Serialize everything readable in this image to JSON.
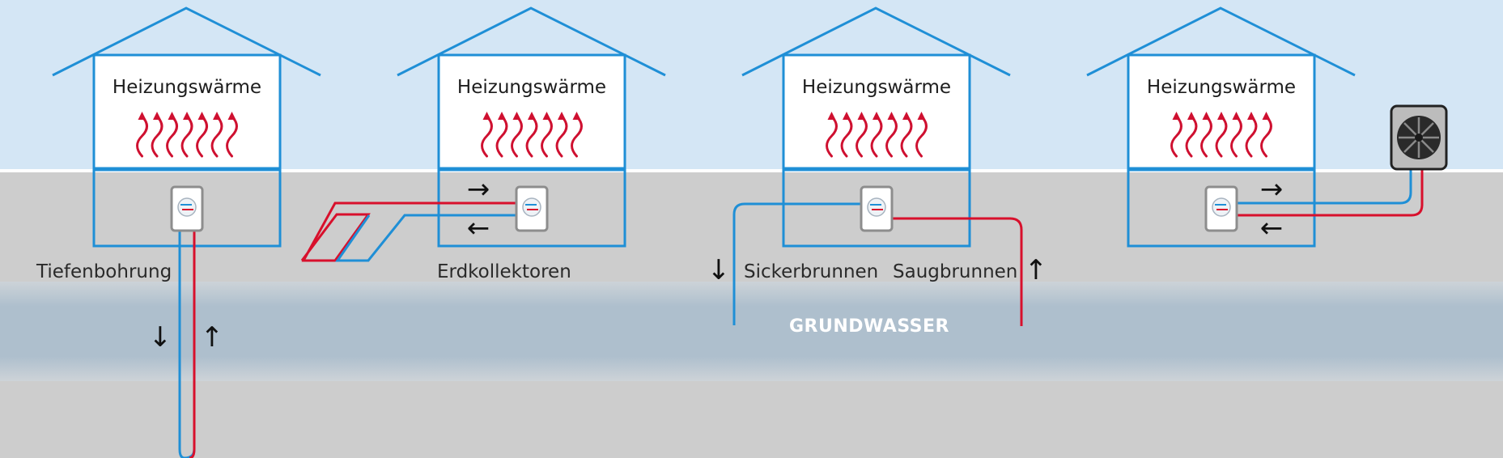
{
  "labels": {
    "heat": "Heizungswärme",
    "deep_drilling": "Tiefenbohrung",
    "ground_collectors": "Erdkollektoren",
    "seepage_well": "Sickerbrunnen",
    "suction_well": "Saugbrunnen",
    "groundwater": "GRUNDWASSER"
  },
  "glyphs": {
    "right": "→",
    "left": "←",
    "down": "↓",
    "up": "↑"
  },
  "colors": {
    "sky": "#d4e6f5",
    "ground": "#cdcdcd",
    "water": "#aebfcd",
    "house_line": "#1f8fd6",
    "warm_pipe": "#d8102c",
    "cold_pipe": "#1f8fd6",
    "heat_arrows": "#cf1030"
  }
}
